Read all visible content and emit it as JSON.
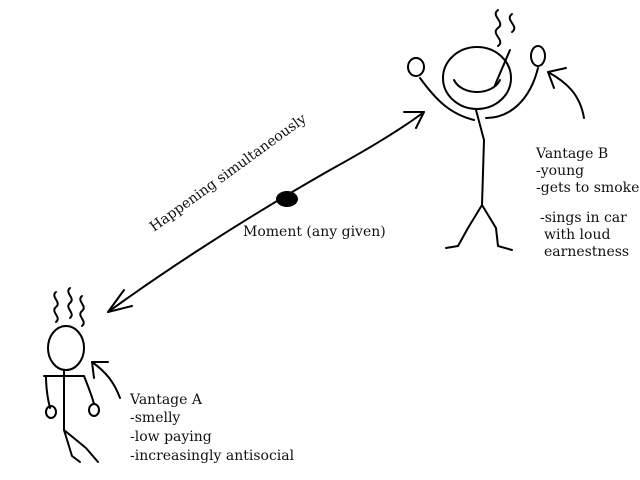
{
  "diagram": {
    "arrow_label": "Happening simultaneously",
    "moment_label": "Moment (any given)",
    "vantage_a": {
      "title": "Vantage A",
      "notes": [
        "-smelly",
        "-low paying",
        "-increasingly antisocial"
      ]
    },
    "vantage_b": {
      "title": "Vantage B",
      "notes": [
        "-young",
        "-gets to smoke",
        "-sings in car",
        "with loud",
        "earnestness"
      ]
    },
    "colors": {
      "ink": "#000000",
      "background": "#ffffff"
    },
    "icons": [
      "stink-lines-icon",
      "stick-figure-icon",
      "pointer-arrow-icon",
      "double-arrow-icon",
      "moment-dot-icon"
    ]
  }
}
